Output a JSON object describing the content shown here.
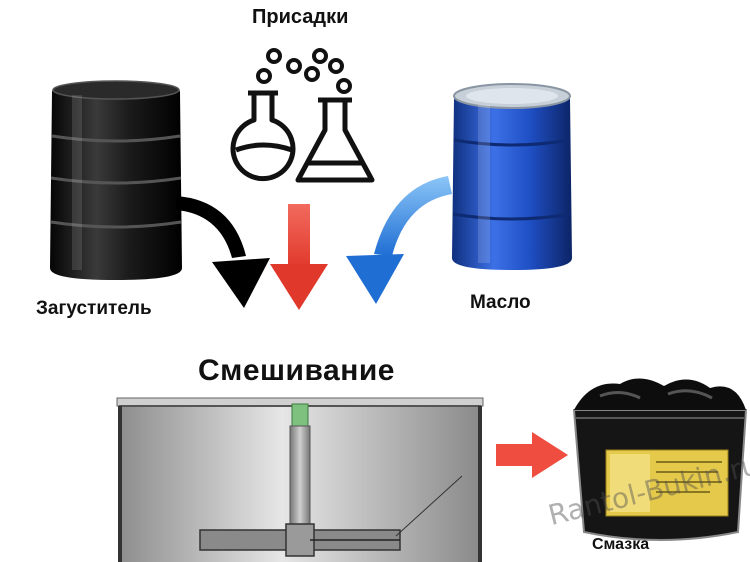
{
  "labels": {
    "additives": "Присадки",
    "thickener": "Загуститель",
    "oil": "Масло",
    "mixing": "Смешивание",
    "grease": "Смазка",
    "watermark": "Rantol-Bukin.ru"
  },
  "colors": {
    "black_barrel": "#1a1a1a",
    "blue_barrel": "#1f4fc4",
    "red_arrow": "#ef4d3f",
    "blue_arrow": "#2e8ae6",
    "tank_gray": "#b9b9b9",
    "shaft_green": "#7ec07e"
  },
  "icons": [
    "black-barrel-icon",
    "flask-icon",
    "bubbles-icon",
    "blue-barrel-icon",
    "mixing-tank-icon",
    "grease-container-icon"
  ]
}
